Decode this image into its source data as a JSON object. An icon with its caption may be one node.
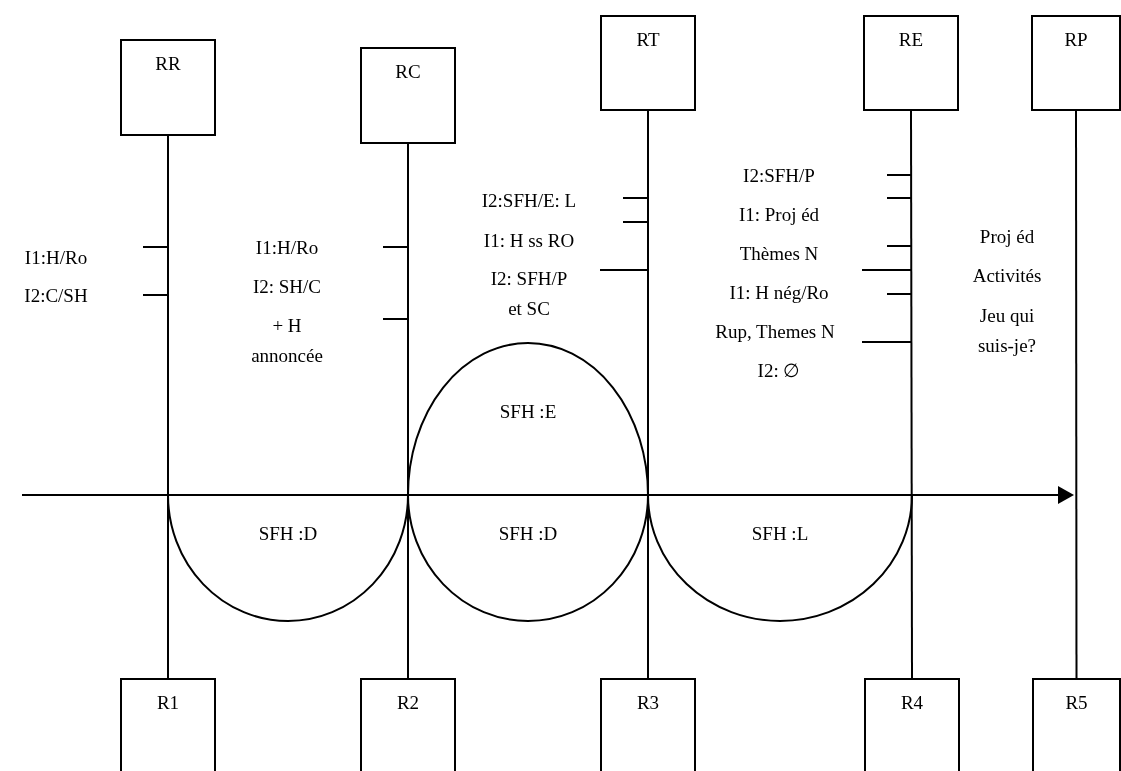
{
  "diagram": {
    "nodes": [
      {
        "text": [
          "RR"
        ]
      },
      {
        "text": [
          "RC"
        ]
      },
      {
        "text": [
          "RT"
        ]
      },
      {
        "text": [
          "RE"
        ]
      },
      {
        "text": [
          "RP"
        ]
      },
      {
        "text": [
          "R1"
        ]
      },
      {
        "text": [
          "R2"
        ]
      },
      {
        "text": [
          "R3"
        ]
      },
      {
        "text": [
          "R4"
        ]
      },
      {
        "text": [
          "R5"
        ]
      },
      {
        "text": [
          "SFH :E"
        ]
      },
      {
        "text": [
          "SFH :D"
        ]
      },
      {
        "text": [
          "SFH :D"
        ]
      },
      {
        "text": [
          "SFH :L"
        ]
      }
    ],
    "edges": [
      {
        "from": 0,
        "to": 5,
        "arrow": "none"
      },
      {
        "from": 1,
        "to": 6,
        "arrow": "none"
      },
      {
        "from": 2,
        "to": 7,
        "arrow": "none"
      },
      {
        "from": 3,
        "to": 8,
        "arrow": "none"
      },
      {
        "from": 4,
        "to": 9,
        "arrow": "none"
      }
    ],
    "labels": [
      "I1:H/Ro",
      "I2:C/SH",
      "I1:H/Ro",
      "I2: SH/C",
      "+ H annoncée",
      "I2:SFH/E: L",
      "I1: H ss RO",
      "I2: SFH/P et SC",
      "I2:SFH/P",
      "I1: Proj éd",
      "Thèmes N",
      "I1: H nég/Ro",
      "Rup, Themes N",
      "I2: ∅",
      "Proj éd",
      "Activités",
      "Jeu qui suis-je?"
    ]
  }
}
